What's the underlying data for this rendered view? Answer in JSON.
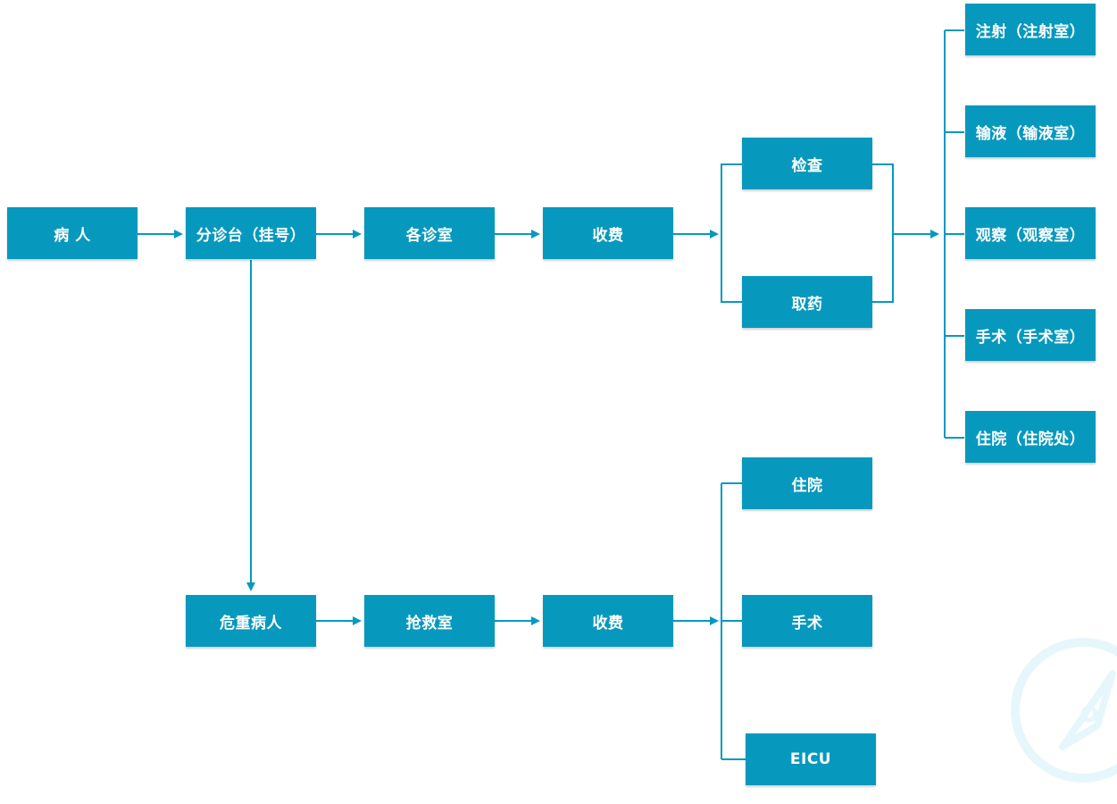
{
  "diagram": {
    "line_color": "#0799bd",
    "box_color": "#0799bd",
    "outpatient": {
      "patient": "病 人",
      "triage": "分诊台（挂号）",
      "clinics": "各诊室",
      "billing": "收费",
      "exam": "检查",
      "pharmacy": "取药",
      "services": {
        "injection": "注射（注射室）",
        "infusion": "输液（输液室）",
        "observation": "观察（观察室）",
        "surgery": "手术（手术室）",
        "admission": "住院（住院处）"
      }
    },
    "emergency": {
      "critical_patient": "危重病人",
      "rescue_room": "抢救室",
      "billing": "收费",
      "admission": "住院",
      "surgery": "手术",
      "eicu": "EICU"
    },
    "watermark_icon": "compass-icon"
  }
}
